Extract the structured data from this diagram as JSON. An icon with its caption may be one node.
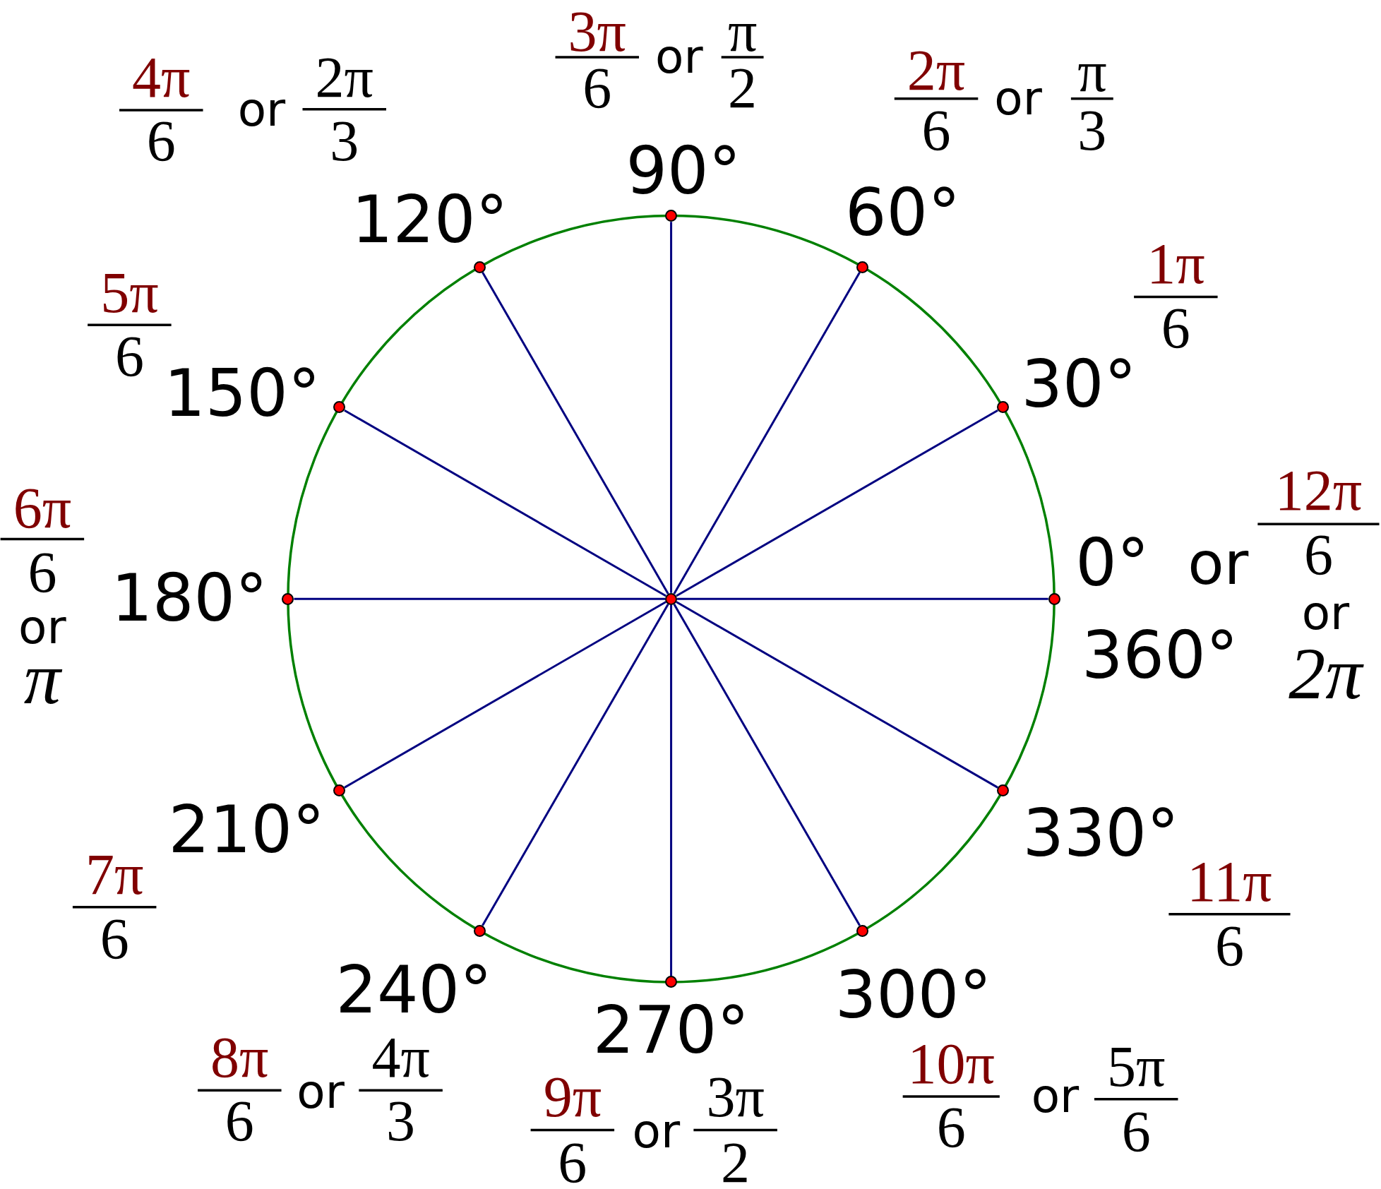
{
  "diagram": {
    "nodes": [
      {
        "text": [],
        "shape": "circle"
      },
      {
        "text": [],
        "shape": "circle"
      },
      {
        "text": [],
        "shape": "circle"
      },
      {
        "text": [],
        "shape": "circle"
      },
      {
        "text": [],
        "shape": "circle"
      },
      {
        "text": [],
        "shape": "circle"
      },
      {
        "text": [],
        "shape": "circle"
      },
      {
        "text": [],
        "shape": "circle"
      },
      {
        "text": [],
        "shape": "circle"
      },
      {
        "text": [],
        "shape": "circle"
      },
      {
        "text": [],
        "shape": "circle"
      },
      {
        "text": [],
        "shape": "circle"
      },
      {
        "text": [],
        "shape": "circle"
      }
    ],
    "edges": [
      {
        "from": 0,
        "to": 1,
        "arrow": "none"
      },
      {
        "from": 0,
        "to": 2,
        "arrow": "none"
      },
      {
        "from": 0,
        "to": 3,
        "arrow": "none"
      },
      {
        "from": 0,
        "to": 4,
        "arrow": "none"
      },
      {
        "from": 0,
        "to": 5,
        "arrow": "none"
      },
      {
        "from": 0,
        "to": 6,
        "arrow": "none"
      },
      {
        "from": 0,
        "to": 7,
        "arrow": "none"
      },
      {
        "from": 0,
        "to": 8,
        "arrow": "none"
      },
      {
        "from": 0,
        "to": 9,
        "arrow": "none"
      },
      {
        "from": 0,
        "to": 10,
        "arrow": "none"
      },
      {
        "from": 0,
        "to": 11,
        "arrow": "none"
      },
      {
        "from": 0,
        "to": 12,
        "arrow": "none"
      }
    ],
    "labels": [
      "3π",
      "6",
      "or",
      "π",
      "2",
      "4π",
      "6",
      "or",
      "2π",
      "3",
      "2π",
      "6",
      "or",
      "π",
      "3",
      "90°",
      "120°",
      "60°",
      "1π",
      "6",
      "5π",
      "6",
      "30°",
      "150°",
      "12π",
      "6",
      "6π",
      "6",
      "0°",
      "or",
      "180°",
      "or",
      "or",
      "360°",
      "2π",
      "π",
      "210°",
      "330°",
      "7π",
      "6",
      "11π",
      "6",
      "240°",
      "300°",
      "270°",
      "10π",
      "6",
      "or",
      "5π",
      "6",
      "8π",
      "6",
      "or",
      "4π",
      "3",
      "9π",
      "6",
      "or",
      "3π",
      "2"
    ]
  }
}
